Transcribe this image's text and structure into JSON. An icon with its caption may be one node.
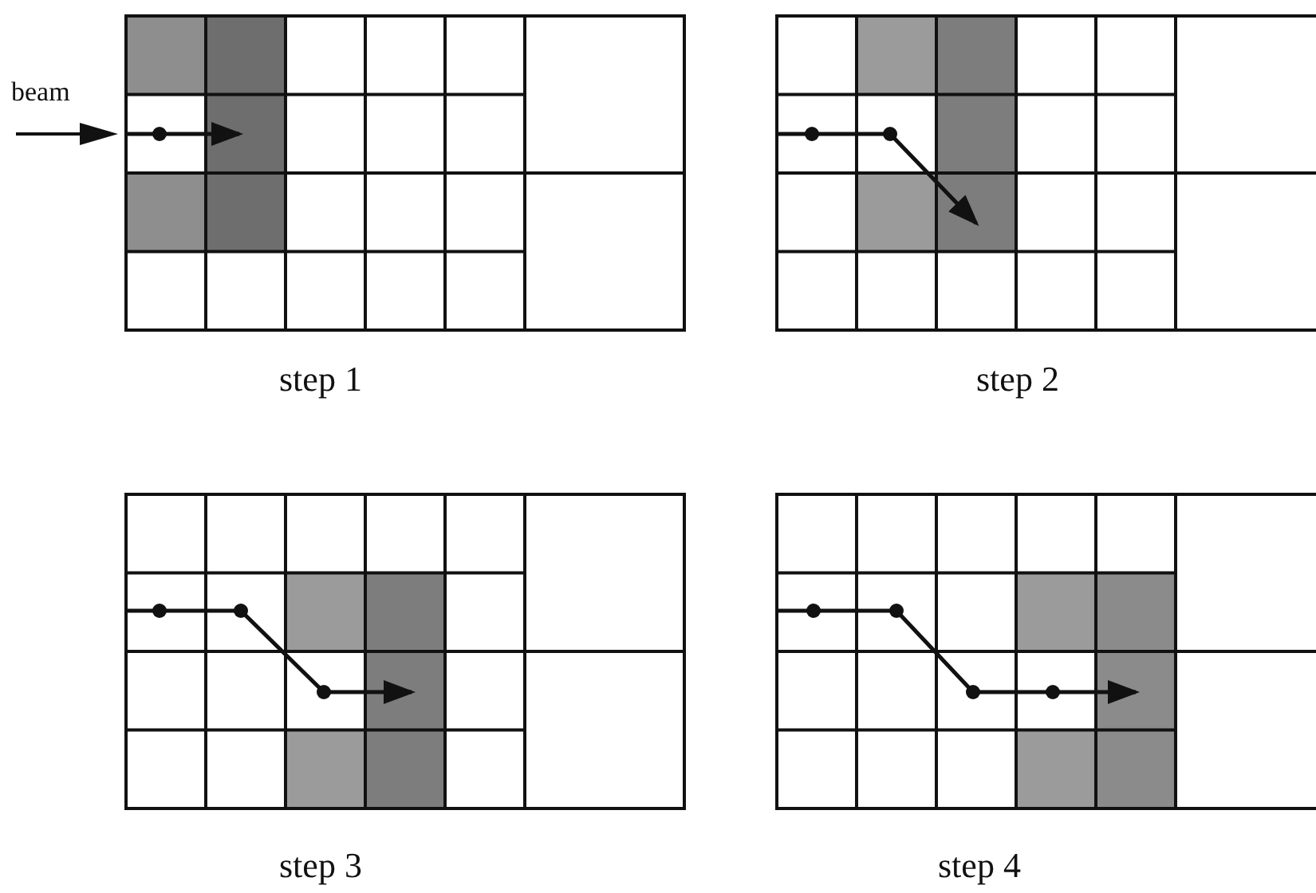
{
  "diagram": {
    "labels": [
      "beam",
      "step 1",
      "step 2",
      "step 3",
      "step 4"
    ]
  }
}
